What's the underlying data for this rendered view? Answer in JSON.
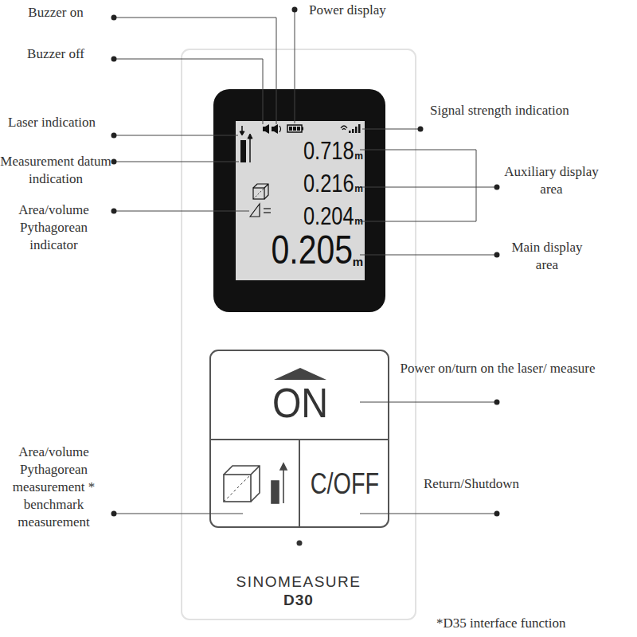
{
  "diagram": {
    "nodes": [
      {
        "text": [
          "SINOMEASURE",
          "D30"
        ]
      },
      {
        "text": [
          "0.718",
          "m",
          "0.216",
          "m",
          "0.204",
          "m",
          "0.205",
          "m"
        ],
        "in": 0
      },
      {
        "text": [
          "ON"
        ],
        "in": 0
      },
      {
        "text": [
          "C/OFF"
        ],
        "in": 0
      }
    ],
    "labels": [
      "Buzzer on",
      "Power display",
      "Buzzer off",
      "Laser indication",
      "Signal strength indication",
      "Measurement datum indication",
      "Area/volume Pythagorean indicator",
      "Auxiliary display area",
      "Main display area",
      "Power on/turn on the laser/ measure",
      "Area/volume Pythagorean measurement * benchmark measurement",
      "Return/Shutdown",
      "*D35 interface function"
    ]
  }
}
